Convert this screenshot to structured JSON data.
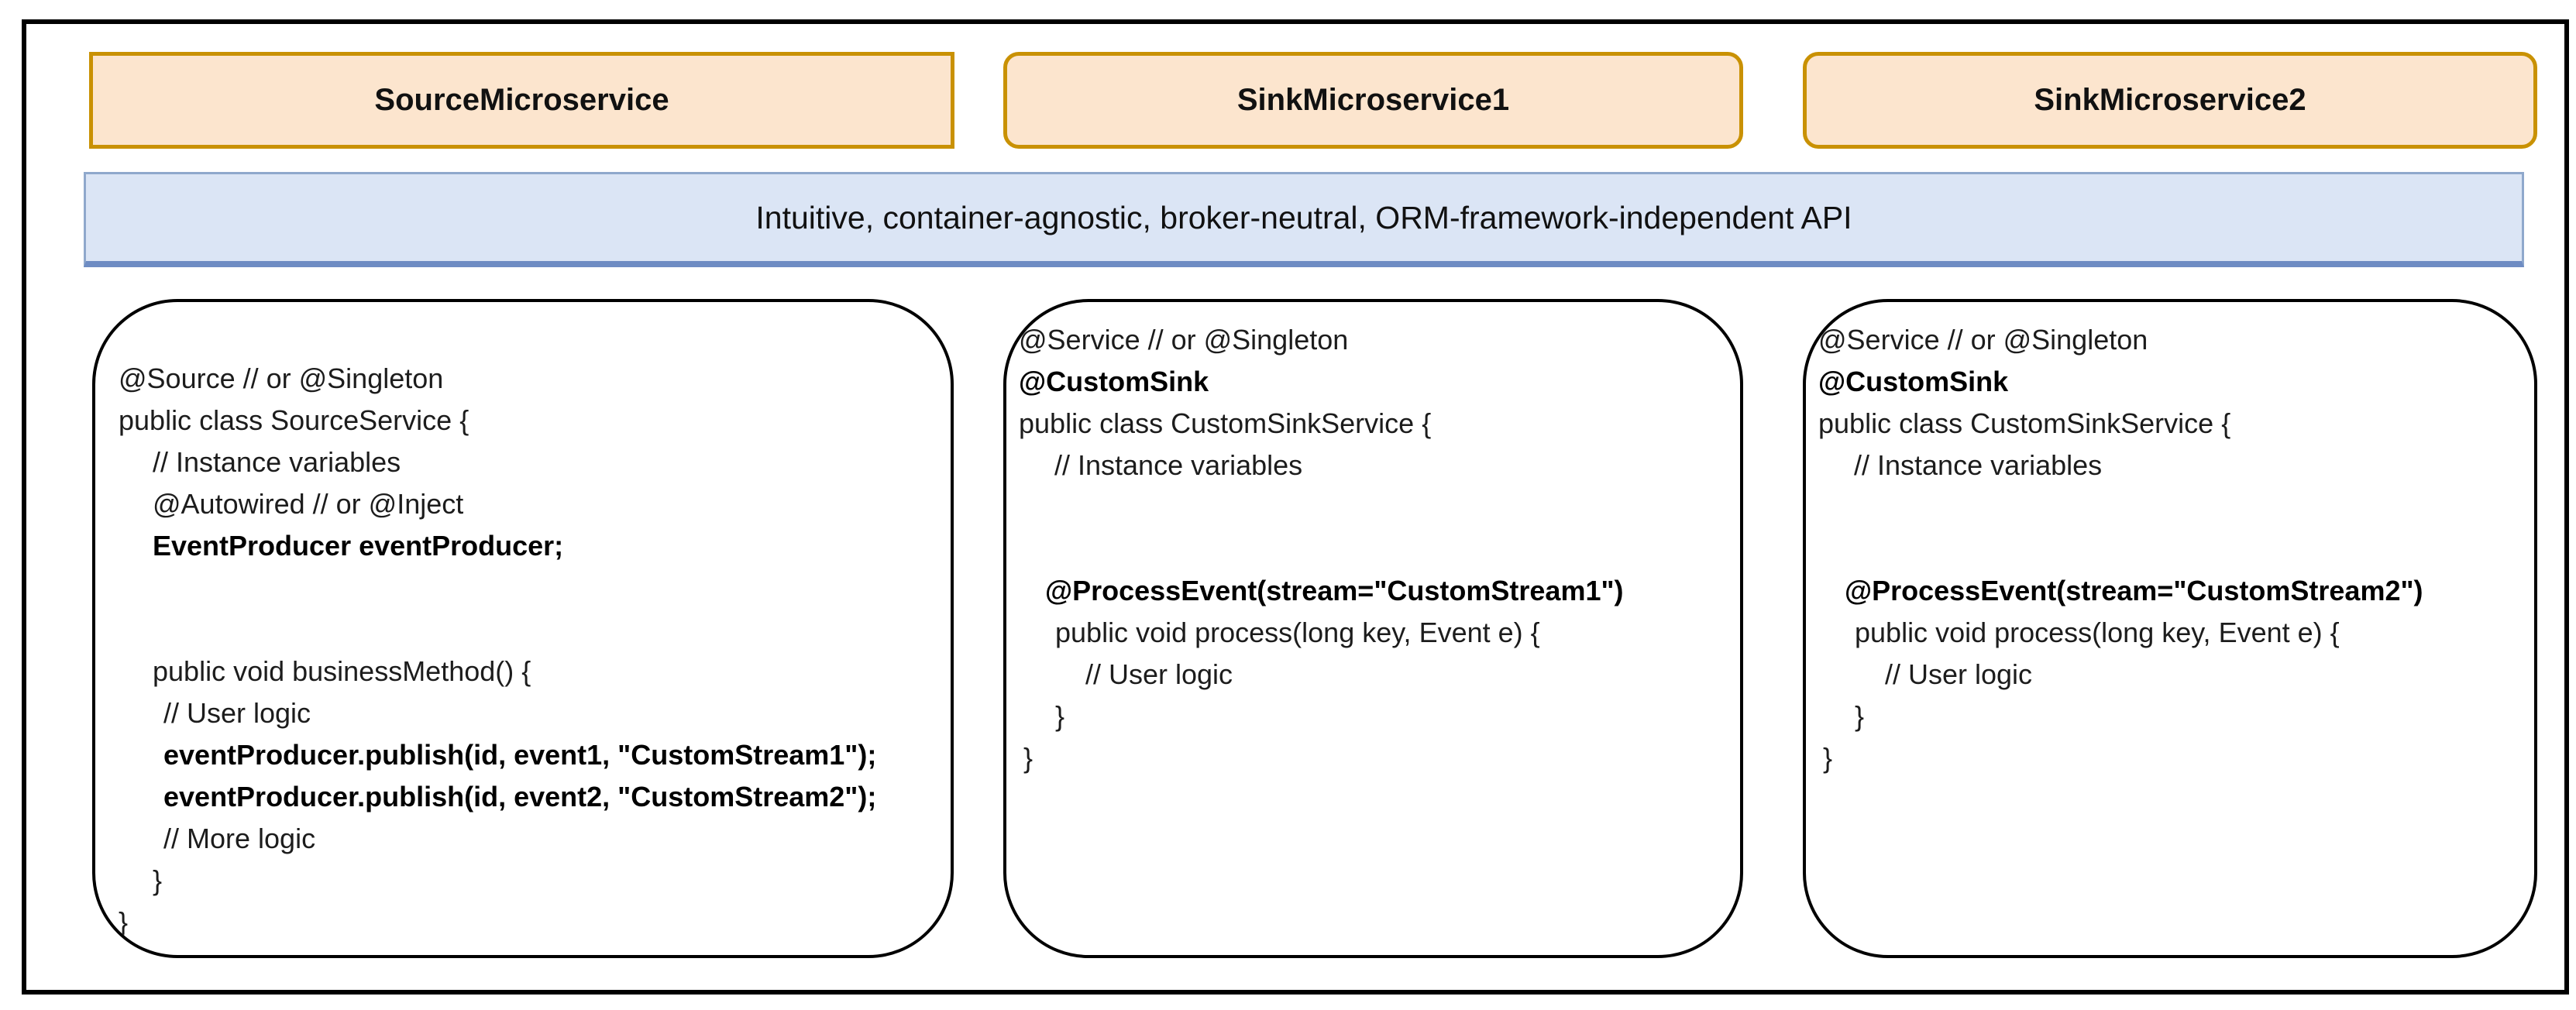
{
  "services": [
    {
      "name": "SourceMicroservice"
    },
    {
      "name": "SinkMicroservice1"
    },
    {
      "name": "SinkMicroservice2"
    }
  ],
  "api_banner": {
    "text": "Intuitive, container-agnostic, broker-neutral, ORM-framework-independent API"
  },
  "colors": {
    "frame_border": "#000000",
    "service_fill": "#fce5ce",
    "service_border": "#c99103",
    "banner_fill": "#dbe5f5",
    "banner_border": "#8fa8cc",
    "banner_border_bottom": "#6e8cc3",
    "code_border": "#000000"
  },
  "code_blocks": [
    {
      "service": "SourceMicroservice",
      "lines": [
        {
          "t": "@Source // or @Singleton",
          "ind": 0
        },
        {
          "t": "public class SourceService {",
          "ind": 0
        },
        {
          "t": "// Instance variables",
          "ind": 44
        },
        {
          "t": "@Autowired // or @Inject",
          "ind": 44
        },
        {
          "t": "EventProducer eventProducer;",
          "ind": 44,
          "b": 1
        },
        {
          "t": "",
          "ind": 0
        },
        {
          "t": "",
          "ind": 0
        },
        {
          "t": "public void businessMethod() {",
          "ind": 44
        },
        {
          "t": "// User logic",
          "ind": 58
        },
        {
          "t": "eventProducer.publish(id, event1, \"CustomStream1\");",
          "ind": 58,
          "b": 1
        },
        {
          "t": "eventProducer.publish(id, event2, \"CustomStream2\");",
          "ind": 58,
          "b": 1
        },
        {
          "t": "// More logic",
          "ind": 58
        },
        {
          "t": "}",
          "ind": 44
        },
        {
          "t": "}",
          "ind": 0
        }
      ]
    },
    {
      "service": "SinkMicroservice1",
      "lines": [
        {
          "t": "@Service // or @Singleton",
          "ind": 0
        },
        {
          "t": "@CustomSink",
          "ind": 0,
          "b": 1
        },
        {
          "t": "public class CustomSinkService {",
          "ind": 0
        },
        {
          "t": "// Instance variables",
          "ind": 46
        },
        {
          "t": "",
          "ind": 0
        },
        {
          "t": "",
          "ind": 0
        },
        {
          "t": "@ProcessEvent(stream=\"CustomStream1\")",
          "ind": 34,
          "b": 1
        },
        {
          "t": "public void process(long key, Event e) {",
          "ind": 47
        },
        {
          "t": "// User logic",
          "ind": 86
        },
        {
          "t": "}",
          "ind": 47
        },
        {
          "t": "}",
          "ind": 6
        }
      ]
    },
    {
      "service": "SinkMicroservice2",
      "lines": [
        {
          "t": "@Service // or @Singleton",
          "ind": 0
        },
        {
          "t": "@CustomSink",
          "ind": 0,
          "b": 1
        },
        {
          "t": "public class CustomSinkService {",
          "ind": 0
        },
        {
          "t": "// Instance variables",
          "ind": 46
        },
        {
          "t": "",
          "ind": 0
        },
        {
          "t": "",
          "ind": 0
        },
        {
          "t": "@ProcessEvent(stream=\"CustomStream2\")",
          "ind": 34,
          "b": 1
        },
        {
          "t": "public void process(long key, Event e) {",
          "ind": 47
        },
        {
          "t": "// User logic",
          "ind": 86
        },
        {
          "t": "}",
          "ind": 47
        },
        {
          "t": "}",
          "ind": 6
        }
      ]
    }
  ]
}
